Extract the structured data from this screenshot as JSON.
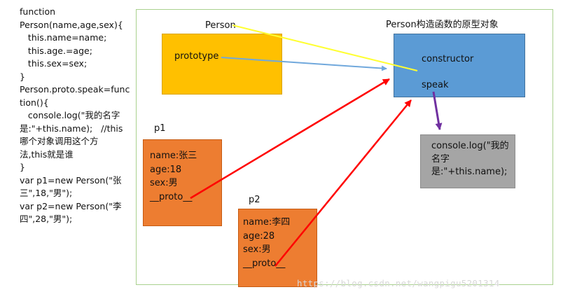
{
  "code": {
    "lines": [
      "function",
      "Person(name,age,sex){",
      "   this.name=name;",
      "   this.age.=age;",
      "   this.sex=sex;",
      "}",
      "Person.proto.speak=func",
      "tion(){",
      "   console.log(\"我的名字",
      "是:\"+this.name);   //this",
      "哪个对象调用这个方",
      "法,this就是谁",
      "}",
      "var p1=new Person(\"张",
      "三\",18,\"男\");",
      "var p2=new Person(\"李",
      "四\",28,\"男\");"
    ]
  },
  "diagram": {
    "person": {
      "title": "Person",
      "prototype_label": "prototype"
    },
    "prototype_object": {
      "title": "Person构造函数的原型对象",
      "constructor_label": "constructor",
      "speak_label": "speak"
    },
    "console_box": {
      "text": "console.log(\"我的名字是:\"+this.name);"
    },
    "p1": {
      "title": "p1",
      "name": "name:张三",
      "age": "age:18",
      "sex": "sex:男",
      "proto": "__proto__"
    },
    "p2": {
      "title": "p2",
      "name": "name:李四",
      "age": "age:28",
      "sex": "sex:男",
      "proto": "__proto__"
    }
  },
  "colors": {
    "person_box": "#ffc000",
    "prototype_box": "#5b9bd5",
    "console_box": "#a5a5a5",
    "instance_box": "#ed7d31",
    "frame_border": "#a9d18e",
    "arrow_prototype": "#70a8dc",
    "arrow_constructor": "#ffff33",
    "arrow_speak": "#7030a0",
    "arrow_proto": "#ff0000"
  },
  "watermark": "https://blog.csdn.net/wangpigu5201314"
}
